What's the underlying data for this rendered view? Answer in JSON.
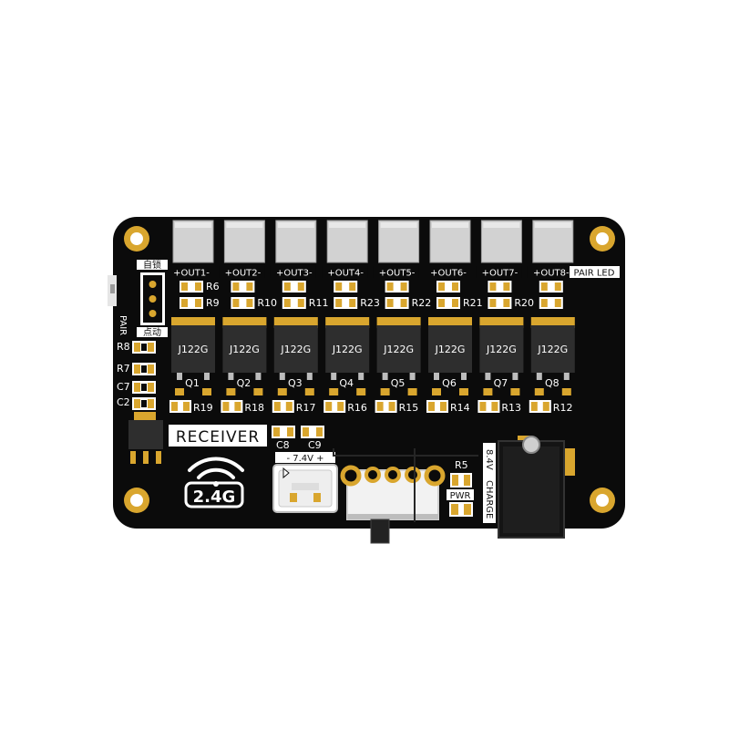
{
  "board": {
    "title": "RECEIVER",
    "wireless_badge": "2.4G",
    "switch_top_label": "自锁",
    "switch_bottom_label": "点动",
    "pair_label": "PAIR",
    "pair_led_label": "PAIR LED",
    "battery_label": "- 7.4V +",
    "charge_voltage": "8.4V",
    "charge_label": "CHARGE",
    "pwr_label": "PWR",
    "r5_label": "R5",
    "capacitors": {
      "c8": "C8",
      "c9": "C9",
      "c7": "C7",
      "c2": "C2"
    },
    "left_resistors": {
      "r8": "R8",
      "r7": "R7"
    },
    "channels": [
      {
        "out": "+OUT1-",
        "r_top": "R6",
        "r_mid": "R9",
        "chip": "J122G",
        "q": "Q1",
        "r_bot": "R19"
      },
      {
        "out": "+OUT2-",
        "r_top": "",
        "r_mid": "R10",
        "chip": "J122G",
        "q": "Q2",
        "r_bot": "R18"
      },
      {
        "out": "+OUT3-",
        "r_top": "",
        "r_mid": "R11",
        "chip": "J122G",
        "q": "Q3",
        "r_bot": "R17"
      },
      {
        "out": "+OUT4-",
        "r_top": "",
        "r_mid": "R23",
        "chip": "J122G",
        "q": "Q4",
        "r_bot": "R16"
      },
      {
        "out": "+OUT5-",
        "r_top": "",
        "r_mid": "R22",
        "chip": "J122G",
        "q": "Q5",
        "r_bot": "R15"
      },
      {
        "out": "+OUT6-",
        "r_top": "",
        "r_mid": "R21",
        "chip": "J122G",
        "q": "Q6",
        "r_bot": "R14"
      },
      {
        "out": "+OUT7-",
        "r_top": "",
        "r_mid": "R20",
        "chip": "J122G",
        "q": "Q7",
        "r_bot": "R13"
      },
      {
        "out": "+OUT8-",
        "r_top": "",
        "r_mid": "",
        "chip": "J122G",
        "q": "Q8",
        "r_bot": "R12"
      }
    ]
  },
  "colors": {
    "pcb": "#0b0b0b",
    "gold": "#d9a62e",
    "silk": "#ffffff",
    "connector": "#d2d2d2",
    "chip": "#2e2e2e"
  },
  "icons": {
    "wireless": "wifi-icon"
  }
}
